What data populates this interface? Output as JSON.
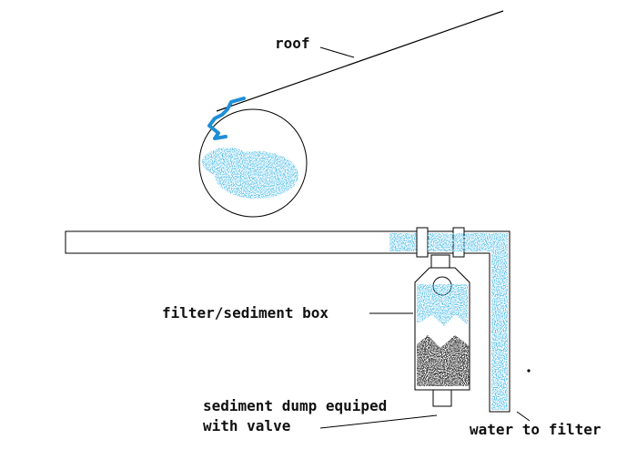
{
  "labels": {
    "roof": "roof",
    "filter_box": "filter/sediment box",
    "sediment_dump_line1": "sediment dump equiped",
    "sediment_dump_line2": "with valve",
    "water_to_filter": "water to filter"
  },
  "colors": {
    "water": "#1f8fd6",
    "sediment": "#111111",
    "outline": "#000000",
    "background": "#ffffff"
  }
}
